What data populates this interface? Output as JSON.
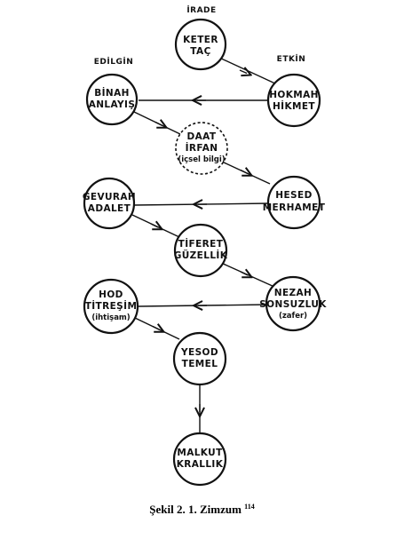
{
  "side_labels": {
    "top": "İRADE",
    "left": "EDİLGİN",
    "right": "ETKİN"
  },
  "nodes": {
    "keter": {
      "line1": "KETER",
      "line2": "TAÇ"
    },
    "hokmah": {
      "line1": "HOKMAH",
      "line2": "HİKMET"
    },
    "binah": {
      "line1": "BİNAH",
      "line2": "ANLAYIŞ"
    },
    "daat": {
      "line1": "DAAT",
      "line2": "İRFAN",
      "line3": "(içsel bilgi)"
    },
    "hesed": {
      "line1": "HESED",
      "line2": "MERHAMET"
    },
    "gevurah": {
      "line1": "GEVURAH",
      "line2": "ADALET"
    },
    "tiferet": {
      "line1": "TİFERET",
      "line2": "GÜZELLİK"
    },
    "nezah": {
      "line1": "NEZAH",
      "line2": "SONSUZLUK",
      "line3": "(zafer)"
    },
    "hod": {
      "line1": "HOD",
      "line2": "TİTREŞİM",
      "line3": "(ihtişam)"
    },
    "yesod": {
      "line1": "YESOD",
      "line2": "TEMEL"
    },
    "malkut": {
      "line1": "MALKUT",
      "line2": "KRALLIK"
    }
  },
  "caption": {
    "text": "Şekil 2. 1. Zimzum",
    "footnote": "114"
  }
}
